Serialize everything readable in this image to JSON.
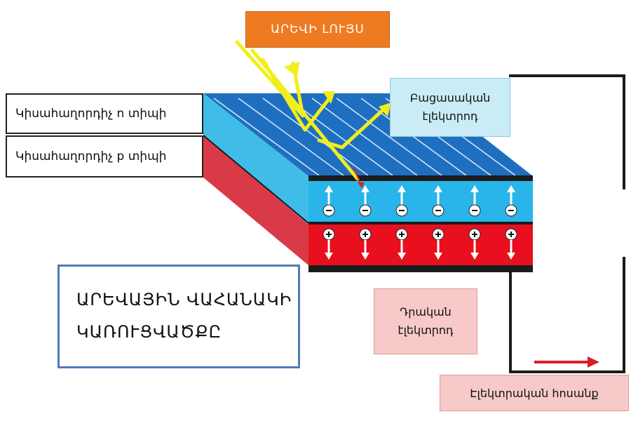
{
  "sunlight_label": "ԱՐԵՎԻ ԼՈՒՅՍ",
  "n_type_label": "Կիսահաղորդիչ n տիպի",
  "p_type_label": "Կիսահաղորդիչ p տիպի",
  "negative_electrode": {
    "line1": "Բացասական",
    "line2": "էլեկտրոդ"
  },
  "positive_electrode": {
    "line1": "Դրական",
    "line2": "էլեկտրոդ"
  },
  "current_label": "Էլեկտրական հոսանք",
  "title": {
    "line1": "ԱՐԵՎԱՅԻՆ ՎԱՀԱՆԱԿԻ",
    "line2": "ԿԱՌՈՒՑՎԱԾՔԸ"
  },
  "charges": {
    "negative_count": 6,
    "positive_count": 6
  },
  "colors": {
    "sunlight_box": "#ee7b22",
    "top_surface": "#1f6fc0",
    "n_layer": "#29b5ea",
    "p_layer": "#e8101e",
    "light_ray": "#f2ee1c",
    "current_arrow": "#d81e2a",
    "title_border": "#5279b8"
  }
}
